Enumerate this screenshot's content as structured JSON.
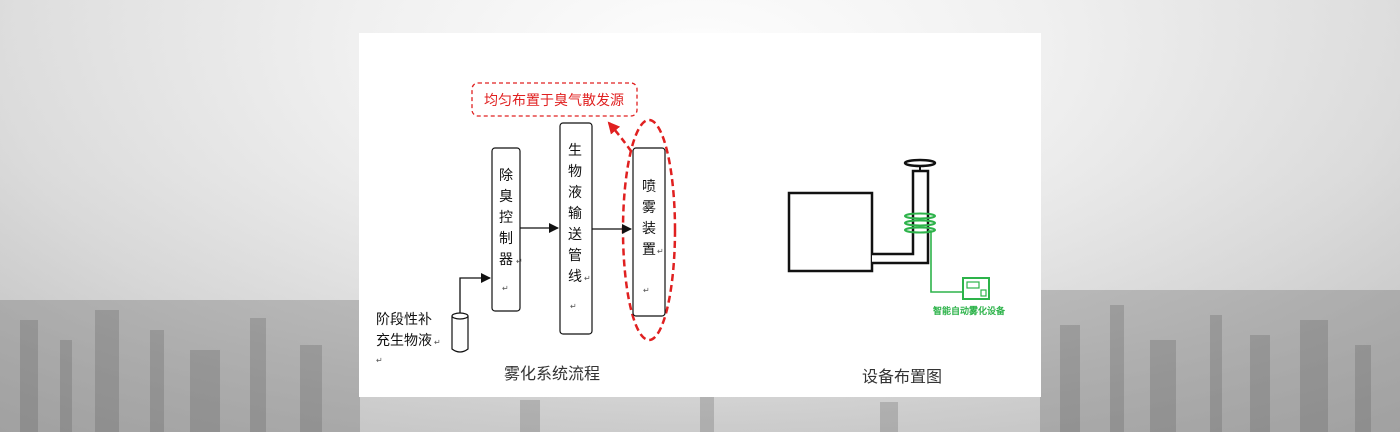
{
  "flow_diagram": {
    "caption": "雾化系统流程",
    "note": "均匀布置于臭气散发源",
    "supplement_label_line1": "阶段性补",
    "supplement_label_line2": "充生物液",
    "nodes": [
      {
        "id": "deodorizer",
        "chars": [
          "除",
          "臭",
          "控",
          "制",
          "器"
        ]
      },
      {
        "id": "pipeline",
        "chars": [
          "生",
          "物",
          "液",
          "输",
          "送",
          "管",
          "线"
        ]
      },
      {
        "id": "sprayer",
        "chars": [
          "喷",
          "雾",
          "装",
          "置"
        ]
      }
    ],
    "return_mark": "↵"
  },
  "layout_diagram": {
    "caption": "设备布置图",
    "device_label": "智能自动雾化设备"
  },
  "colors": {
    "accent_red": "#e02020",
    "device_green": "#2db34a",
    "line_black": "#111111"
  }
}
